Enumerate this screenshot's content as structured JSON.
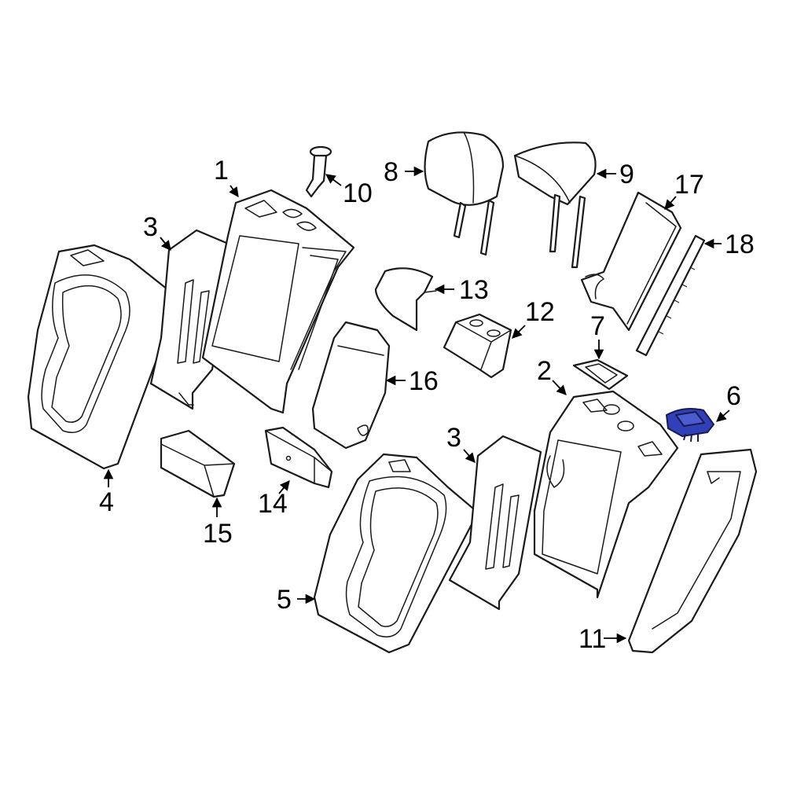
{
  "diagram": {
    "highlight_color": "#3040b8",
    "callouts": [
      {
        "id": "1",
        "label": "1"
      },
      {
        "id": "2",
        "label": "2"
      },
      {
        "id": "3a",
        "label": "3"
      },
      {
        "id": "3b",
        "label": "3"
      },
      {
        "id": "4",
        "label": "4"
      },
      {
        "id": "5",
        "label": "5"
      },
      {
        "id": "6",
        "label": "6"
      },
      {
        "id": "7",
        "label": "7"
      },
      {
        "id": "8",
        "label": "8"
      },
      {
        "id": "9",
        "label": "9"
      },
      {
        "id": "10",
        "label": "10"
      },
      {
        "id": "11",
        "label": "11"
      },
      {
        "id": "12",
        "label": "12"
      },
      {
        "id": "13",
        "label": "13"
      },
      {
        "id": "14",
        "label": "14"
      },
      {
        "id": "15",
        "label": "15"
      },
      {
        "id": "16",
        "label": "16"
      },
      {
        "id": "17",
        "label": "17"
      },
      {
        "id": "18",
        "label": "18"
      }
    ]
  }
}
